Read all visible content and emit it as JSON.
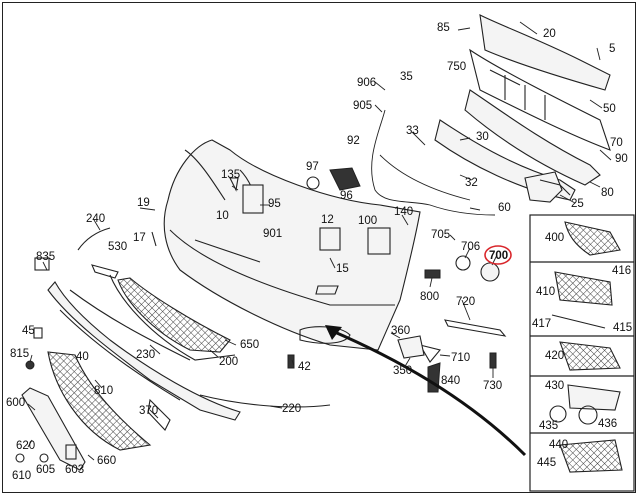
{
  "diagram": {
    "highlight_color": "#d9262b",
    "labels": {
      "l20": "20",
      "l85": "85",
      "l906": "906",
      "l35": "35",
      "l750": "750",
      "l905": "905",
      "l5": "5",
      "l50": "50",
      "l92": "92",
      "l33": "33",
      "l30": "30",
      "l70": "70",
      "l90": "90",
      "l97": "97",
      "l135": "135",
      "l32": "32",
      "l80": "80",
      "l96": "96",
      "l95": "95",
      "l19": "19",
      "l10": "10",
      "l901": "901",
      "l25": "25",
      "l60": "60",
      "l240": "240",
      "l12": "12",
      "l100": "100",
      "l140": "140",
      "l400": "400",
      "l17": "17",
      "l530": "530",
      "l705": "705",
      "l706": "706",
      "l700": "700",
      "l835": "835",
      "l15": "15",
      "l416": "416",
      "l800": "800",
      "l410": "410",
      "l720": "720",
      "l417": "417",
      "l415": "415",
      "l45": "45",
      "l650": "650",
      "l360": "360",
      "l815": "815",
      "l40": "40",
      "l230": "230",
      "l200": "200",
      "l420": "420",
      "l42": "42",
      "l710": "710",
      "l350": "350",
      "l840": "840",
      "l730": "730",
      "l810": "810",
      "l430": "430",
      "l600": "600",
      "l370": "370",
      "l220": "220",
      "l435": "435",
      "l436": "436",
      "l440": "440",
      "l620": "620",
      "l445": "445",
      "l660": "660",
      "l610": "610",
      "l605": "605",
      "l603": "603"
    }
  }
}
